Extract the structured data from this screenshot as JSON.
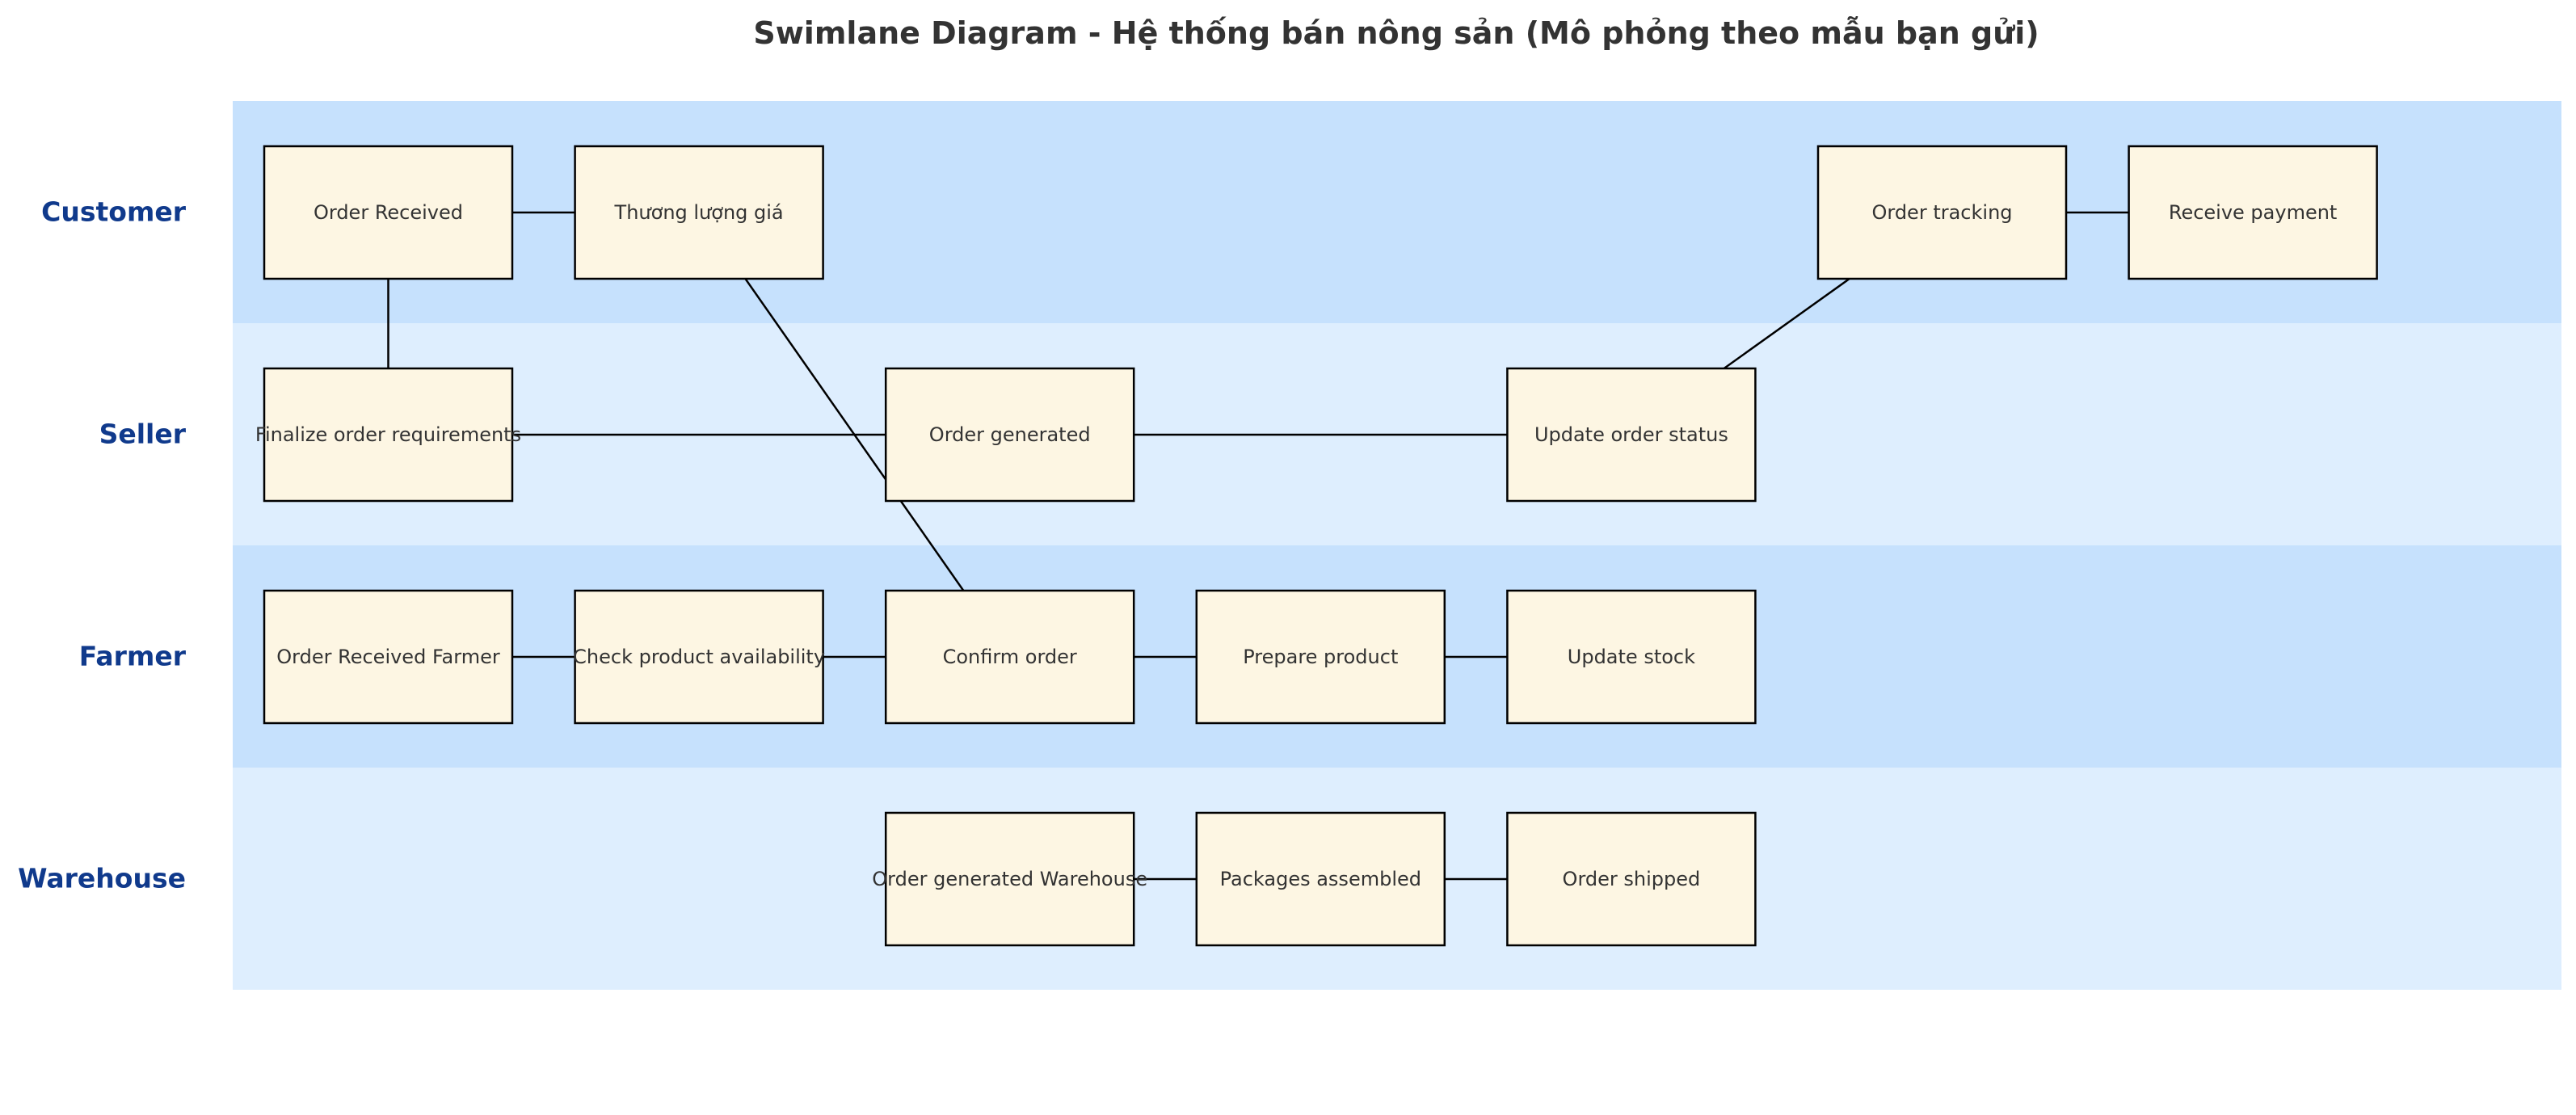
{
  "title": "Swimlane Diagram - Hệ thống bán nông sản (Mô phỏng theo mẫu bạn gửi)",
  "colors": {
    "lane_dark": "#c6e1fd",
    "lane_light": "#deeefe",
    "box_fill": "#fdf6e3",
    "box_stroke": "#000000",
    "lane_label": "#103a8c",
    "title": "#333333",
    "text": "#333333",
    "arrow": "#000000"
  },
  "lanes": [
    {
      "id": "customer",
      "label": "Customer"
    },
    {
      "id": "seller",
      "label": "Seller"
    },
    {
      "id": "farmer",
      "label": "Farmer"
    },
    {
      "id": "warehouse",
      "label": "Warehouse"
    }
  ],
  "nodes": [
    {
      "id": "order-received",
      "lane": 0,
      "col": 0,
      "label": "Order Received"
    },
    {
      "id": "thuong-luong-gia",
      "lane": 0,
      "col": 1,
      "label": "Thương lượng giá"
    },
    {
      "id": "order-tracking",
      "lane": 0,
      "col": 5,
      "label": "Order tracking"
    },
    {
      "id": "receive-payment",
      "lane": 0,
      "col": 6,
      "label": "Receive payment"
    },
    {
      "id": "finalize-order-requirements",
      "lane": 1,
      "col": 0,
      "label": "Finalize order requirements"
    },
    {
      "id": "order-generated",
      "lane": 1,
      "col": 2,
      "label": "Order generated"
    },
    {
      "id": "update-order-status",
      "lane": 1,
      "col": 4,
      "label": "Update order status"
    },
    {
      "id": "order-received-farmer",
      "lane": 2,
      "col": 0,
      "label": "Order Received Farmer"
    },
    {
      "id": "check-product-availability",
      "lane": 2,
      "col": 1,
      "label": "Check product availability"
    },
    {
      "id": "confirm-order",
      "lane": 2,
      "col": 2,
      "label": "Confirm order"
    },
    {
      "id": "prepare-product",
      "lane": 2,
      "col": 3,
      "label": "Prepare product"
    },
    {
      "id": "update-stock",
      "lane": 2,
      "col": 4,
      "label": "Update stock"
    },
    {
      "id": "order-generated-warehouse",
      "lane": 3,
      "col": 2,
      "label": "Order generated Warehouse"
    },
    {
      "id": "packages-assembled",
      "lane": 3,
      "col": 3,
      "label": "Packages assembled"
    },
    {
      "id": "order-shipped",
      "lane": 3,
      "col": 4,
      "label": "Order shipped"
    }
  ],
  "edges": [
    {
      "from": "order-received",
      "to": "thuong-luong-gia"
    },
    {
      "from": "order-received",
      "to": "finalize-order-requirements"
    },
    {
      "from": "thuong-luong-gia",
      "to": "confirm-order"
    },
    {
      "from": "finalize-order-requirements",
      "to": "order-generated"
    },
    {
      "from": "order-generated",
      "to": "update-order-status"
    },
    {
      "from": "update-order-status",
      "to": "order-tracking"
    },
    {
      "from": "order-tracking",
      "to": "receive-payment"
    },
    {
      "from": "order-received-farmer",
      "to": "check-product-availability"
    },
    {
      "from": "check-product-availability",
      "to": "confirm-order"
    },
    {
      "from": "confirm-order",
      "to": "prepare-product"
    },
    {
      "from": "prepare-product",
      "to": "update-stock"
    },
    {
      "from": "order-generated-warehouse",
      "to": "packages-assembled"
    },
    {
      "from": "packages-assembled",
      "to": "order-shipped"
    }
  ]
}
